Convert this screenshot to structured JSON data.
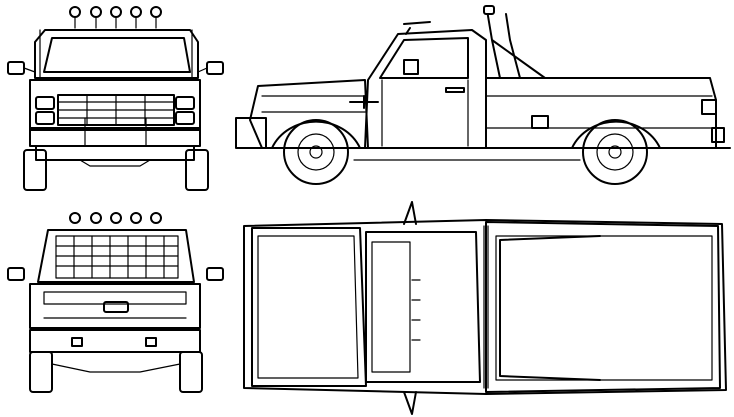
{
  "image": {
    "subject": "pickup-truck-blueprint",
    "views": [
      "front-view",
      "side-view",
      "rear-view",
      "top-view"
    ],
    "line_color": "#000000",
    "background_color": "#ffffff"
  }
}
